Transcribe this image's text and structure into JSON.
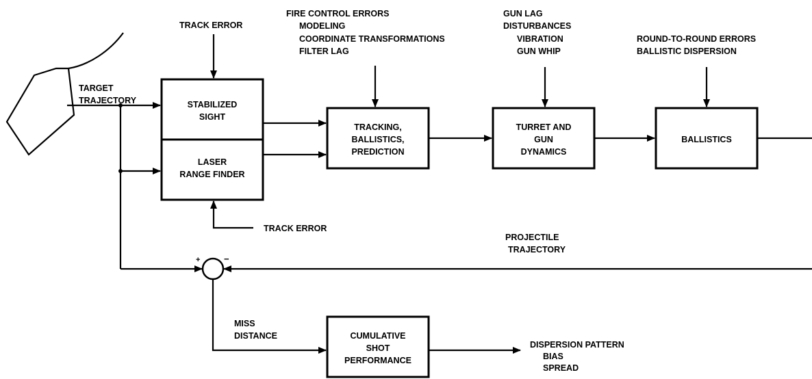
{
  "labels": {
    "target_trajectory": [
      "TARGET",
      "TRAJECTORY"
    ],
    "track_error_top": "TRACK ERROR",
    "track_error_bottom": "TRACK ERROR",
    "fire_control_errors": [
      "FIRE CONTROL ERRORS",
      "MODELING",
      "COORDINATE TRANSFORMATIONS",
      "FILTER LAG"
    ],
    "gun_errors": [
      "GUN LAG",
      "DISTURBANCES",
      "VIBRATION",
      "GUN WHIP"
    ],
    "round_errors": [
      "ROUND-TO-ROUND ERRORS",
      "BALLISTIC DISPERSION"
    ],
    "projectile_trajectory": [
      "PROJECTILE",
      "TRAJECTORY"
    ],
    "miss_distance": [
      "MISS",
      "DISTANCE"
    ],
    "dispersion_pattern": [
      "DISPERSION PATTERN",
      "BIAS",
      "SPREAD"
    ],
    "sum_plus": "+",
    "sum_minus": "−"
  },
  "boxes": {
    "stabilized_sight": [
      "STABILIZED",
      "SIGHT"
    ],
    "laser_range_finder": [
      "LASER",
      "RANGE FINDER"
    ],
    "tracking": [
      "TRACKING,",
      "BALLISTICS,",
      "PREDICTION"
    ],
    "turret": [
      "TURRET AND",
      "GUN",
      "DYNAMICS"
    ],
    "ballistics": [
      "BALLISTICS"
    ],
    "cumulative": [
      "CUMULATIVE",
      "SHOT",
      "PERFORMANCE"
    ]
  }
}
